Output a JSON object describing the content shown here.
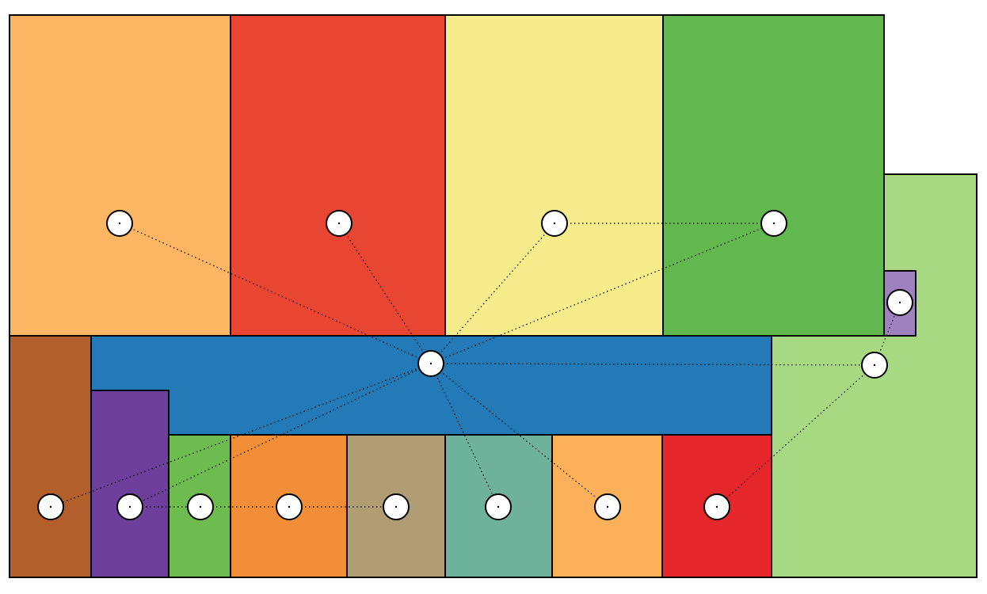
{
  "diagram": {
    "rooms": [
      {
        "id": "room-1",
        "color": "#fcb562"
      },
      {
        "id": "room-2",
        "color": "#e84632"
      },
      {
        "id": "room-3",
        "color": "#f7ec8b"
      },
      {
        "id": "room-4",
        "color": "#63b74f"
      },
      {
        "id": "room-5",
        "color": "#a6d982"
      },
      {
        "id": "room-6",
        "color": "#9f81bf"
      },
      {
        "id": "room-7",
        "color": "#237ab6"
      },
      {
        "id": "room-8",
        "color": "#b25f2c"
      },
      {
        "id": "room-9",
        "color": "#6e3f9a"
      },
      {
        "id": "room-10",
        "color": "#6ebb4f"
      },
      {
        "id": "room-11",
        "color": "#f28e37"
      },
      {
        "id": "room-12",
        "color": "#b09d73"
      },
      {
        "id": "room-13",
        "color": "#6fb29b"
      },
      {
        "id": "room-14",
        "color": "#fcb05a"
      },
      {
        "id": "room-15",
        "color": "#e5262b"
      }
    ],
    "connections": [
      [
        "room-7",
        "room-1"
      ],
      [
        "room-7",
        "room-2"
      ],
      [
        "room-7",
        "room-3"
      ],
      [
        "room-7",
        "room-4"
      ],
      [
        "room-3",
        "room-4"
      ],
      [
        "room-7",
        "room-5"
      ],
      [
        "room-5",
        "room-6"
      ],
      [
        "room-5",
        "room-15"
      ],
      [
        "room-7",
        "room-8"
      ],
      [
        "room-7",
        "room-9"
      ],
      [
        "room-7",
        "room-13"
      ],
      [
        "room-7",
        "room-14"
      ],
      [
        "room-9",
        "room-10"
      ],
      [
        "room-10",
        "room-11"
      ],
      [
        "room-11",
        "room-12"
      ]
    ]
  }
}
